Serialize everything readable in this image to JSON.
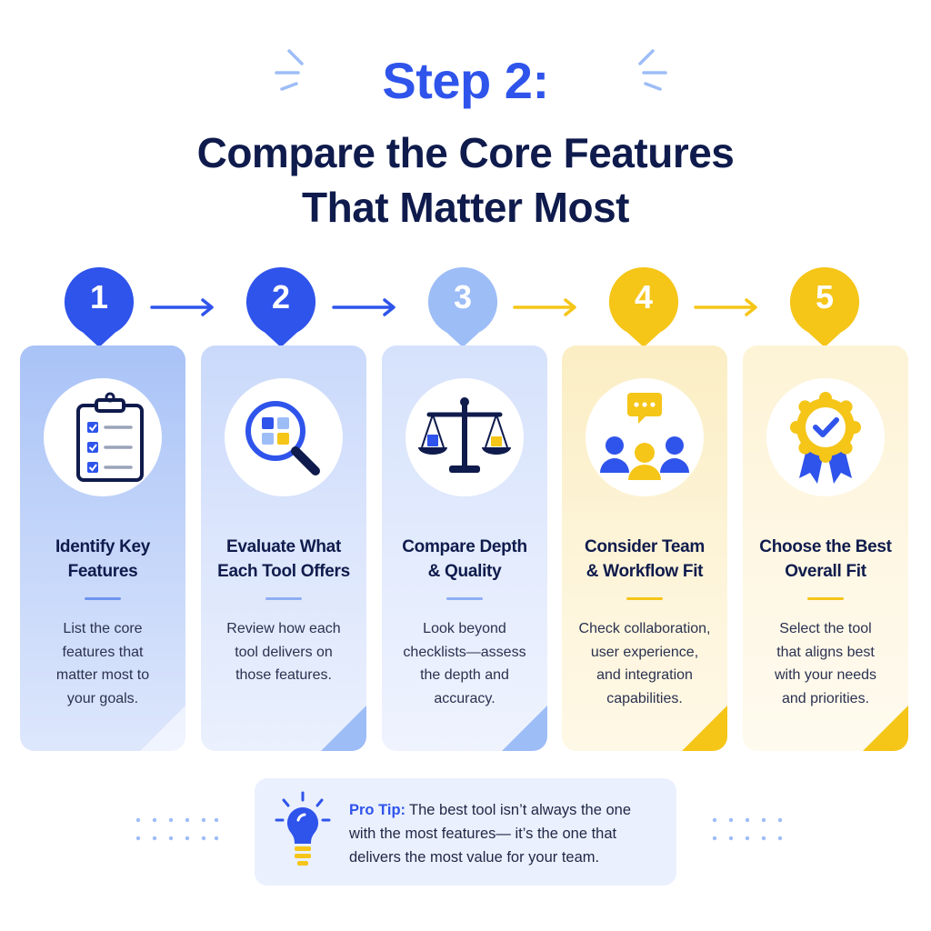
{
  "header": {
    "step_label": "Step 2:",
    "title_line1": "Compare the Core Features",
    "title_line2": "That Matter Most"
  },
  "colors": {
    "blue_dark": "#2f54eb",
    "blue_light": "#9dbdf7",
    "yellow": "#f5c518",
    "navy": "#0f1b4c"
  },
  "steps": [
    {
      "number": "1",
      "title_line1": "Identify Key",
      "title_line2": "Features",
      "desc_lines": [
        "List the core",
        "features that",
        "matter most to",
        "your goals."
      ],
      "icon": "clipboard-checklist-icon"
    },
    {
      "number": "2",
      "title_line1": "Evaluate What",
      "title_line2": "Each Tool Offers",
      "desc_lines": [
        "Review how each",
        "tool delivers on",
        "those features."
      ],
      "icon": "magnifier-grid-icon"
    },
    {
      "number": "3",
      "title_line1": "Compare Depth",
      "title_line2": "& Quality",
      "desc_lines": [
        "Look beyond",
        "checklists—assess",
        "the depth and",
        "accuracy."
      ],
      "icon": "balance-scale-icon"
    },
    {
      "number": "4",
      "title_line1": "Consider Team",
      "title_line2": "& Workflow Fit",
      "desc_lines": [
        "Check collaboration,",
        "user experience,",
        "and integration",
        "capabilities."
      ],
      "icon": "team-chat-icon"
    },
    {
      "number": "5",
      "title_line1": "Choose the Best",
      "title_line2": "Overall Fit",
      "desc_lines": [
        "Select the tool",
        "that aligns best",
        "with your needs",
        "and priorities."
      ],
      "icon": "award-badge-icon"
    }
  ],
  "tip": {
    "label": "Pro Tip:",
    "text_line1": "The best tool isn’t always the one",
    "text_line2": "with the most features— it’s the one that",
    "text_line3": "delivers the most value for your team.",
    "icon": "lightbulb-icon"
  }
}
